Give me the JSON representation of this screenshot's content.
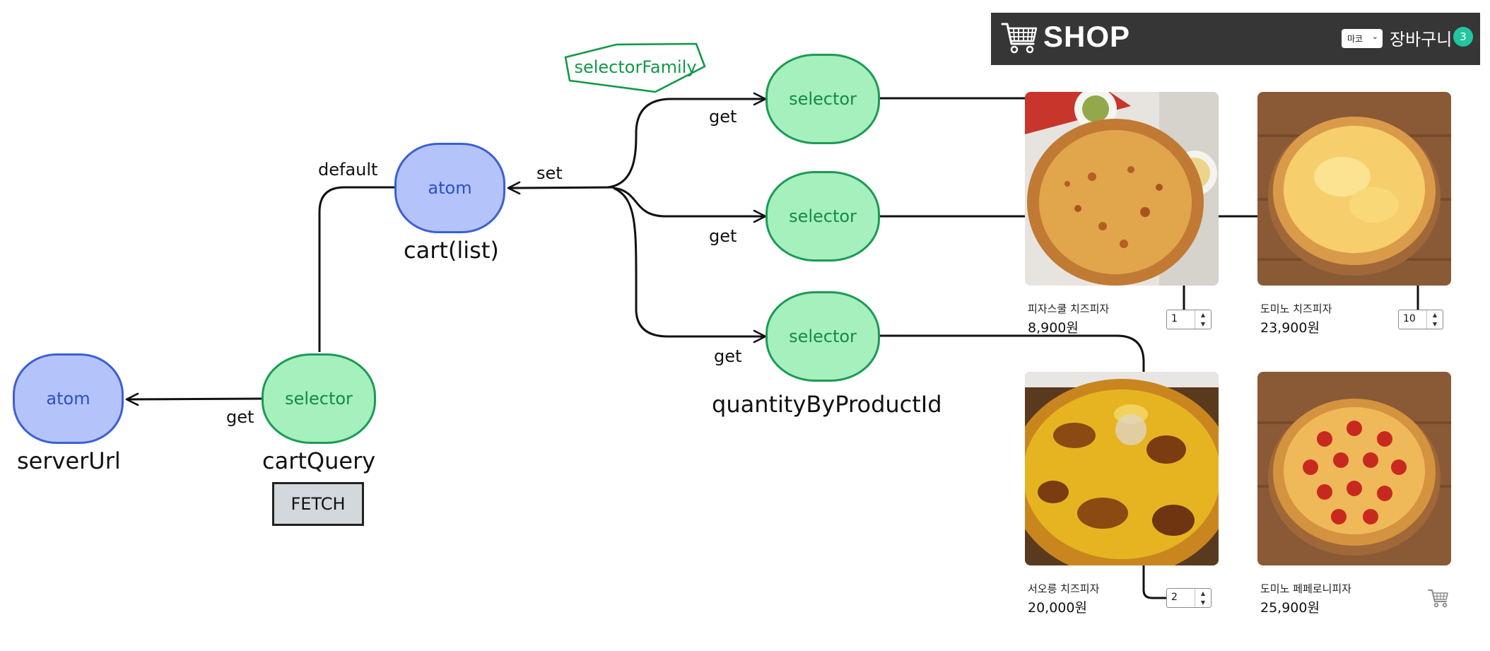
{
  "diagram": {
    "nodes": {
      "server_url_atom": {
        "type": "atom",
        "label": "atom",
        "caption": "serverUrl"
      },
      "cart_query_selector": {
        "type": "selector",
        "label": "selector",
        "caption": "cartQuery",
        "badge": "FETCH"
      },
      "cart_list_atom": {
        "type": "atom",
        "label": "atom",
        "caption": "cart(list)"
      },
      "selector_1": {
        "type": "selector",
        "label": "selector"
      },
      "selector_2": {
        "type": "selector",
        "label": "selector"
      },
      "selector_3": {
        "type": "selector",
        "label": "selector",
        "caption": "quantityByProductId"
      },
      "selector_family": {
        "type": "group",
        "label": "selectorFamily"
      }
    },
    "edge_labels": {
      "default": "default",
      "set": "set",
      "get_cart_query": "get",
      "get_1": "get",
      "get_2": "get",
      "get_3": "get"
    }
  },
  "shop": {
    "title": "SHOP",
    "store_select": "마코",
    "cart_label": "장바구니",
    "cart_count": "3",
    "colors": {
      "header_bg": "#363636",
      "badge": "#22c5a0"
    },
    "products": [
      {
        "name": "피자스쿨 치즈피자",
        "price": "8,900원",
        "quantity": "1",
        "image": "pizza-cheese-tray-image"
      },
      {
        "name": "도미노 치즈피자",
        "price": "23,900원",
        "quantity": "10",
        "image": "pizza-cheese-board-image"
      },
      {
        "name": "서오릉 치즈피자",
        "price": "20,000원",
        "quantity": "2",
        "image": "pizza-burnt-cheese-image"
      },
      {
        "name": "도미노 페페로니피자",
        "price": "25,900원",
        "quantity": null,
        "image": "pizza-pepperoni-image",
        "action_icon": "add-to-cart-icon"
      }
    ]
  },
  "colors": {
    "atom_fill": "#b4c4fb",
    "atom_stroke": "#3c5fd6",
    "selector_fill": "#a5f0bd",
    "selector_stroke": "#1e9a55",
    "selector_family_stroke": "#119948"
  }
}
